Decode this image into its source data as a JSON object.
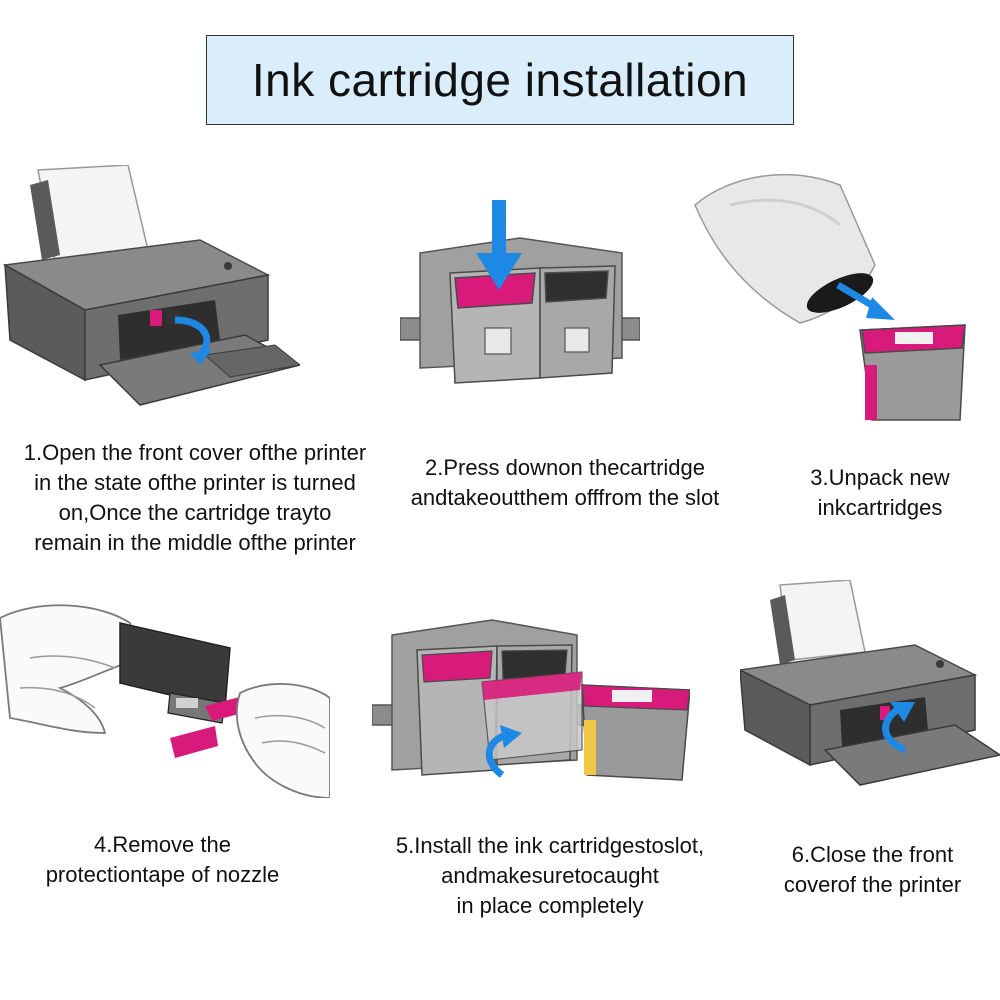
{
  "title": "Ink cartridge installation",
  "colors": {
    "title_background": "#d9eefa",
    "arrow_blue": "#1e88e5",
    "cartridge_magenta": "#d81b7a",
    "printer_gray": "#6b6b6b"
  },
  "steps": [
    {
      "caption": "1.Open the front cover ofthe printer\nin the state ofthe printer is turned\non,Once the cartridge trayto\nremain in the middle ofthe printer",
      "illustration": "printer-open-icon"
    },
    {
      "caption": "2.Press downon thecartridge\nandtakeoutthem offfrom the slot",
      "illustration": "cartridge-press-icon"
    },
    {
      "caption": "3.Unpack new\ninkcartridges",
      "illustration": "unpack-cartridge-icon"
    },
    {
      "caption": "4.Remove the\nprotectiontape of nozzle",
      "illustration": "remove-tape-icon"
    },
    {
      "caption": "5.Install the ink cartridgestoslot,\nandmakesuretocaught\nin place completely",
      "illustration": "install-cartridge-icon"
    },
    {
      "caption": "6.Close the front\ncoverof the printer",
      "illustration": "printer-close-icon"
    }
  ]
}
